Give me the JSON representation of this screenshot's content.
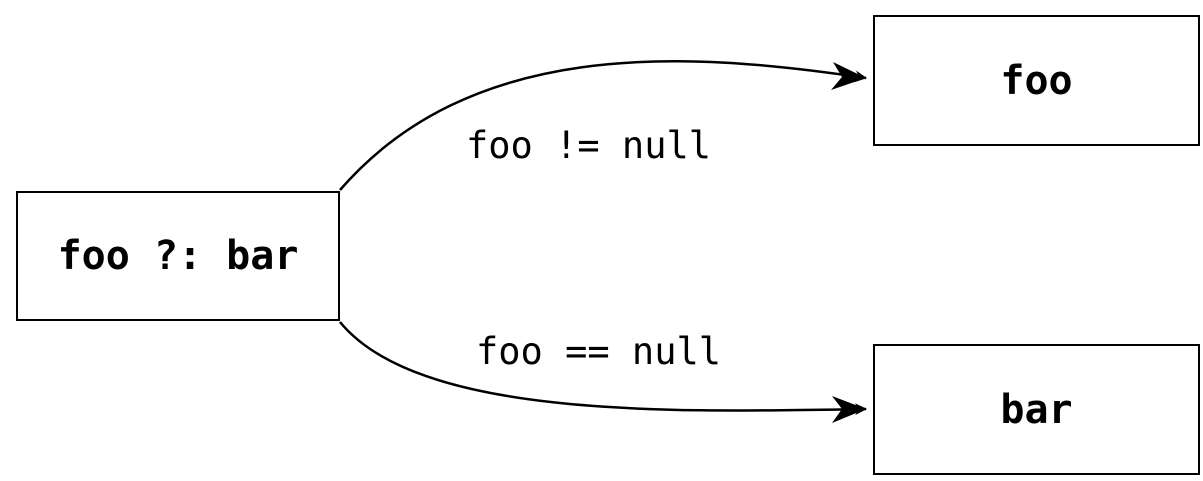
{
  "nodes": {
    "source": "foo ?: bar",
    "foo": "foo",
    "bar": "bar"
  },
  "edges": {
    "not_null": "foo != null",
    "is_null": "foo == null"
  }
}
